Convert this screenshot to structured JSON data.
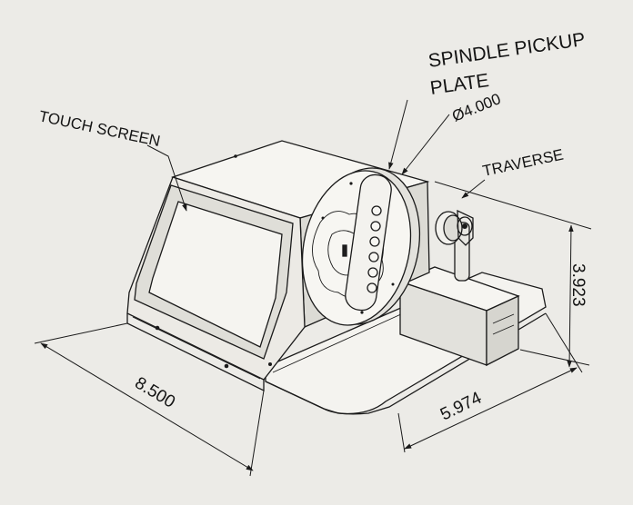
{
  "labels": {
    "touch_screen": "TOUCH SCREEN",
    "spindle_line1": "SPINDLE PICKUP",
    "spindle_line2": "PLATE",
    "spindle_diameter": "Ø4.000",
    "traverse": "TRAVERSE"
  },
  "dimensions": {
    "width": "8.500",
    "depth": "5.974",
    "height": "3.923"
  },
  "colors": {
    "background": "#ecebe7",
    "line": "#1a1a1a",
    "light_face": "#f6f5f1",
    "mid_face": "#e4e3de",
    "dark_face": "#d3d2cc"
  }
}
